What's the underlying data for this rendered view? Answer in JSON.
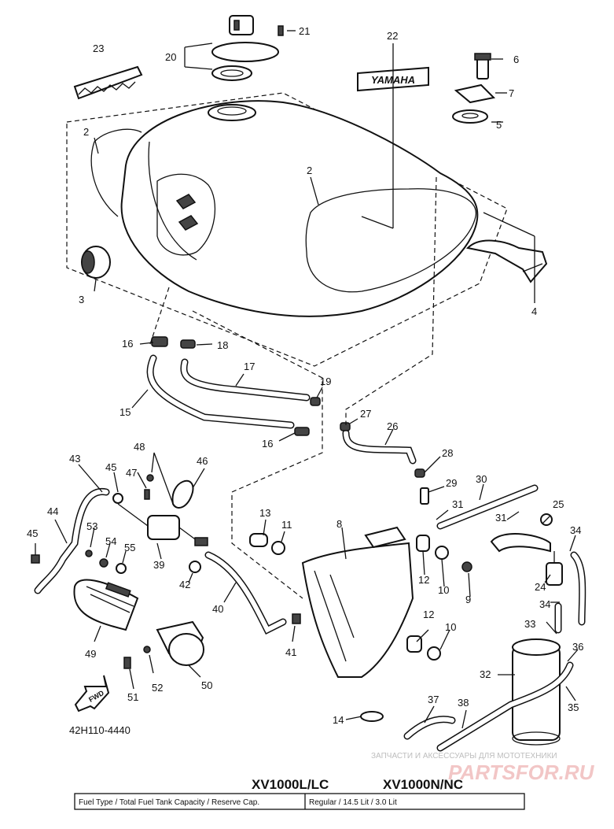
{
  "diagram": {
    "part_code": "42H110-4440",
    "find_arrow": "FWD",
    "tank_emblem": "YAMAHA",
    "watermark": "ЗАПЧАСТИ И АКСЕССУАРЫ ДЛЯ МОТОТЕХНИКИ",
    "watermark_logo": "PARTSFOR.RU",
    "model_left": "XV1000L/LC",
    "model_right": "XV1000N/NC",
    "footer_left": "Fuel Type / Total Fuel Tank Capacity / Reserve Cap.",
    "footer_right": "Regular / 14.5 Lit / 3.0 Lit"
  },
  "callouts": [
    "23",
    "20",
    "21",
    "22",
    "6",
    "7",
    "5",
    "2",
    "2",
    "3",
    "4",
    "16",
    "18",
    "17",
    "19",
    "15",
    "16",
    "27",
    "26",
    "28",
    "29",
    "30",
    "31",
    "43",
    "45",
    "47",
    "48",
    "46",
    "44",
    "45",
    "53",
    "54",
    "55",
    "39",
    "42",
    "13",
    "11",
    "8",
    "12",
    "10",
    "9",
    "25",
    "31",
    "34",
    "24",
    "34",
    "40",
    "41",
    "49",
    "52",
    "50",
    "51",
    "12",
    "10",
    "33",
    "36",
    "32",
    "35",
    "14",
    "37",
    "38"
  ]
}
